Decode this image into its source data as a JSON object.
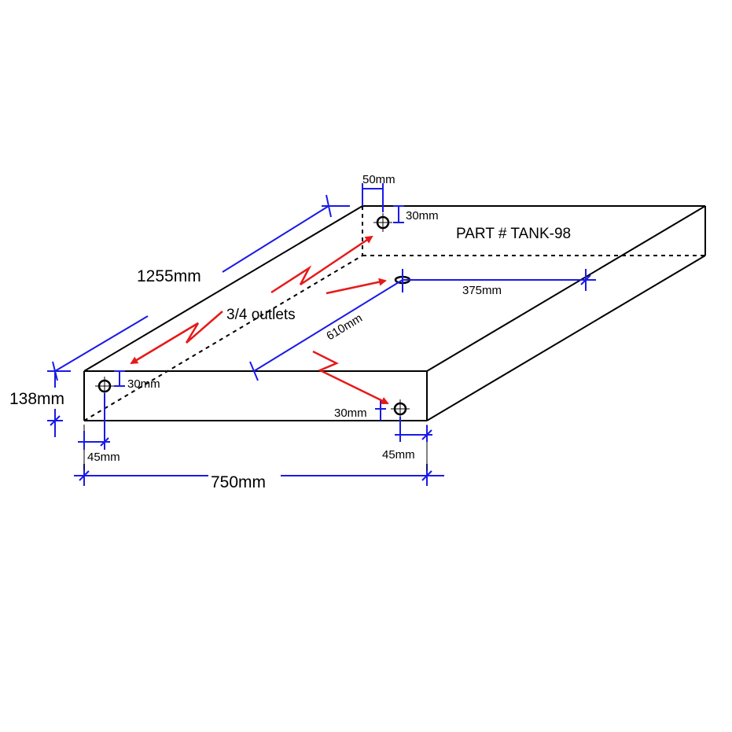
{
  "part_label": "PART # TANK-98",
  "callout_label": "3/4 outlets",
  "dimensions": {
    "length": "1255mm",
    "width": "750mm",
    "height": "138mm",
    "back_hole_x": "50mm",
    "back_hole_y": "30mm",
    "mid_hole_depth": "610mm",
    "mid_hole_offset": "375mm",
    "front_left_y": "30mm",
    "front_left_x": "45mm",
    "front_right_y": "30mm",
    "front_right_x": "45mm"
  },
  "colors": {
    "outline": "#000000",
    "dimension": "#1a1ae6",
    "callout": "#e61a1a"
  }
}
